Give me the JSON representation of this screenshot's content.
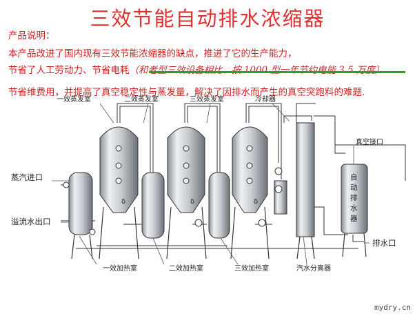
{
  "title": "三效节能自动排水浓缩器",
  "desc": {
    "heading": "产品说明：",
    "line1": "本产品改进了国内现有三效节能浓缩器的缺点，推进了它的生产能力，",
    "line2_prefix": "节省了人工劳动力、节省电耗",
    "line2_note": "（和老型三效设备相比、按 1000 型一年节约电能 3.5 万度）",
    "line3": "节省维费用，并提高了真空稳定性与蒸发量，解决了因排水而产生的真空突跑料的难题."
  },
  "labels": {
    "evap1": "一效蒸发室",
    "evap2": "二效蒸发室",
    "evap3": "三效蒸发室",
    "condenser": "冷却器",
    "vacuum_inlet": "真空接口",
    "steam_inlet": "蒸汽进口",
    "overflow_outlet": "溢流水出口",
    "heat1": "一效加热室",
    "heat2": "二效加热室",
    "heat3": "三效加热室",
    "separator": "汽水分离器",
    "drain_outlet": "排水口",
    "auto_drain": [
      "自",
      "动",
      "排",
      "水",
      "器"
    ],
    "delta": "δ"
  },
  "watermark": "mydry.cn"
}
